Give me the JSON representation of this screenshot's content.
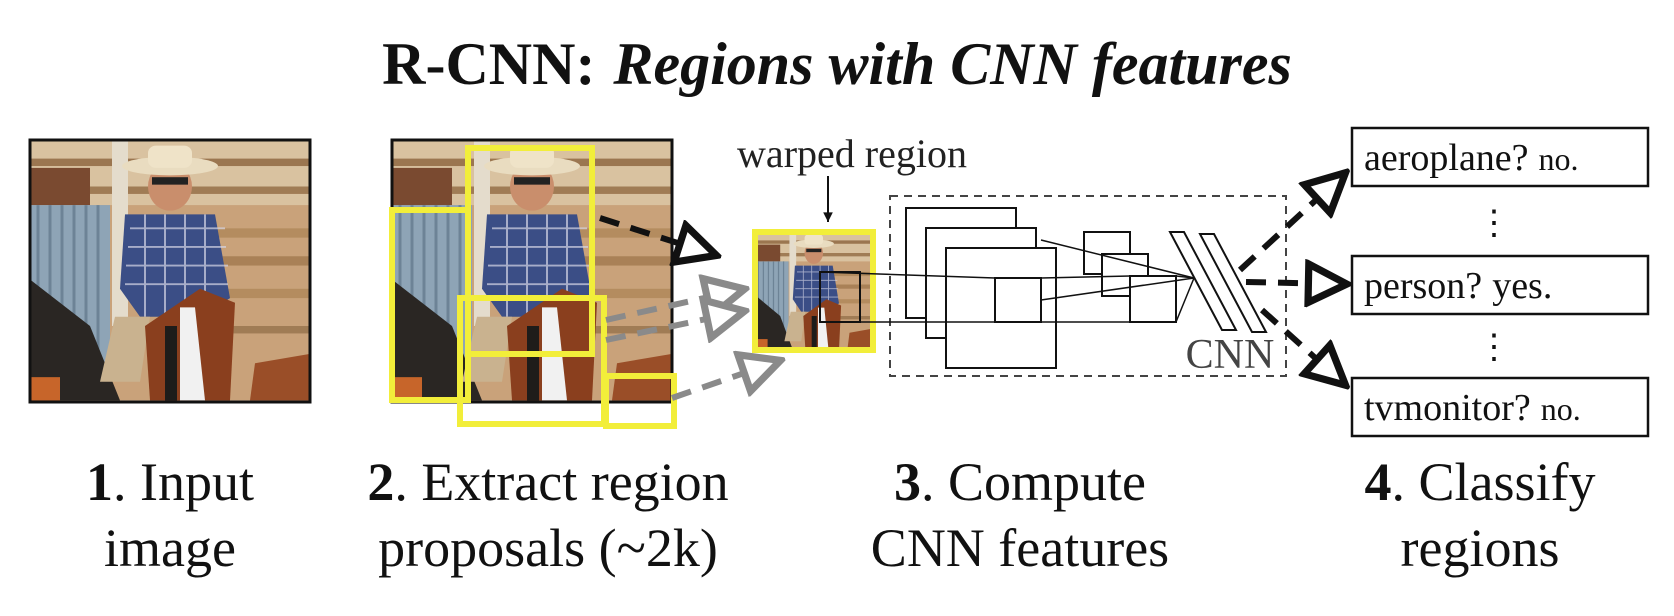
{
  "title": {
    "prefix": "R-CNN:",
    "italic": "Regions with CNN features"
  },
  "warped_label": "warped region",
  "cnn_label": "CNN",
  "steps": [
    {
      "num": "1",
      "line1": ". Input",
      "line2": "image"
    },
    {
      "num": "2",
      "line1": ". Extract region",
      "line2": "proposals (~2k)"
    },
    {
      "num": "3",
      "line1": ". Compute",
      "line2": "CNN features"
    },
    {
      "num": "4",
      "line1": ". Classify",
      "line2": "regions"
    }
  ],
  "classes": [
    {
      "name": "aeroplane?",
      "answer": "no."
    },
    {
      "name": "person?",
      "answer": "yes."
    },
    {
      "name": "tvmonitor?",
      "answer": "no."
    }
  ],
  "ellipsis": "⋮",
  "colors": {
    "proposal_box": "#f2ee3a",
    "arrow_dark": "#111111",
    "arrow_gray": "#8a8a8a",
    "cnn_border": "#444444"
  }
}
